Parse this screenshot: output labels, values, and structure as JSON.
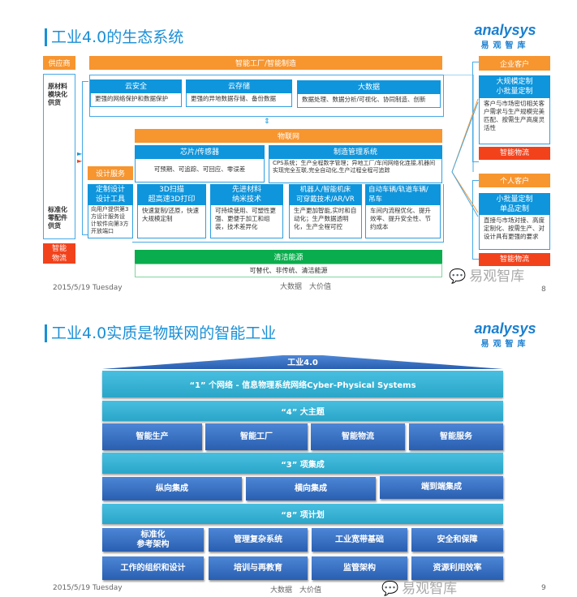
{
  "slide1": {
    "title": "工业4.0的生态系统",
    "logo": {
      "en": "analysys",
      "cn": "易观智库"
    },
    "supplier": {
      "label": "供应商",
      "items": [
        "原材料\n模块化\n供货",
        "标准化\n零配件\n供货"
      ],
      "logistics": "智能\n物流"
    },
    "smart_factory": "智能工厂/智能制造",
    "cloud": [
      {
        "head": "云安全",
        "body": "更强的网络保护和数据保护"
      },
      {
        "head": "云存储",
        "body": "更强的异地数据存储、备份数据"
      },
      {
        "head": "大数据",
        "body": "数据处理、数据分析/可视化、协同制造、创新"
      }
    ],
    "iot": "物联网",
    "iot_items": [
      {
        "head": "芯片/传感器",
        "body": "可预期、可追踪、可回应、零误差"
      },
      {
        "head": "制造管理系统",
        "body": "CPS系统；生产全程数字管理；异地工厂/车间网络化连接,机器间实现完全互联,完全自动化,生产过程全程可追踪"
      }
    ],
    "design_service": "设计服务",
    "tech": [
      {
        "head": "定制设计\n设计工具",
        "body": "向用户提供第3方设计服务设计软件向第3方开放端口"
      },
      {
        "head": "3D扫描\n超高速3D打印",
        "body": "快速复制/还原，快速大规模定制"
      },
      {
        "head": "先进材料\n纳米技术",
        "body": "可持续使用、可塑性更强、更便于加工和组装，技术差异化"
      },
      {
        "head": "机器人/智能机床\n可穿戴技术/AR/VR",
        "body": "生产更加智能,实时和自动化；生产数据透明化，生产全程可控"
      },
      {
        "head": "自动车辆/轨道车辆/\n吊车",
        "body": "车间内流程优化、提升效率、提升安全性、节约成本"
      }
    ],
    "energy": {
      "head": "清洁能源",
      "body": "可替代、非传统、清洁能源"
    },
    "enterprise": {
      "label": "企业客户",
      "head": "大规模定制\n小批量定制",
      "body": "客户与市场密切相关客户需求与生产规模完美匹配、按需生产高度灵活性",
      "logistics": "智能物流"
    },
    "personal": {
      "label": "个人客户",
      "head": "小批量定制\n单品定制",
      "body": "直接与市场对接、高度定制化、按需生产、对设计具有更强的要求",
      "logistics": "智能物流"
    },
    "footer": {
      "date": "2015/5/19 Tuesday",
      "slogan": "大数据　大价值",
      "page": "8"
    },
    "watermark": "易观智库"
  },
  "slide2": {
    "title": "工业4.0实质是物联网的智能工业",
    "logo": {
      "en": "analysys",
      "cn": "易观智库"
    },
    "roof": "工业4.0",
    "band1": "“1” 个网络 - 信息物理系统网络Cyber-Physical Systems",
    "band4": "“4” 大主题",
    "themes": [
      "智能生产",
      "智能工厂",
      "智能物流",
      "智能服务"
    ],
    "band3": "“3” 项集成",
    "integrations": [
      "纵向集成",
      "横向集成",
      "端到端集成"
    ],
    "band8": "“8” 项计划",
    "plans": [
      "标准化\n参考架构",
      "管理复杂系统",
      "工业宽带基础",
      "安全和保障",
      "工作的组织和设计",
      "培训与再教育",
      "监管架构",
      "资源利用效率"
    ],
    "footer": {
      "date": "2015/5/19 Tuesday",
      "slogan": "大数据　大价值",
      "page": "9"
    },
    "watermark": "易观智库"
  }
}
